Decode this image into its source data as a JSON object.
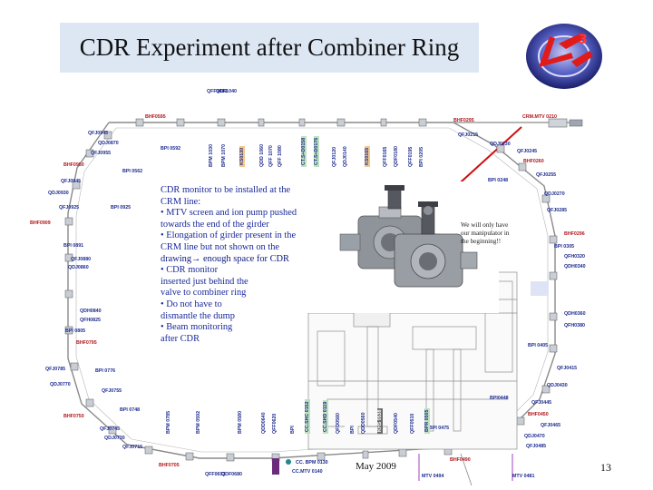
{
  "title": "CDR Experiment after Combiner Ring",
  "footer_date": "May 2009",
  "page_number": "13",
  "note": {
    "heading_line1": "CDR monitor to be installed at the",
    "heading_line2": "CRM line:",
    "lines": [
      "• MTV screen and ion pump pushed",
      "towards the end of the girder",
      "• Elongation of girder present in the",
      "CRM line but not shown on the",
      "drawing→ enough space for CDR",
      "• CDR monitor",
      "inserted just behind the",
      "valve to combiner ring",
      "• Do not have to",
      "dismantle the dump",
      "• Beam monitoring",
      "after CDR"
    ]
  },
  "photo_caption": {
    "line1": "We will only have",
    "line2": "our manipulator in",
    "line3": "the beginning!!"
  },
  "colors": {
    "title_bg": "#dde7f4",
    "note_text": "#1a2a9a",
    "label_red": "#b0161b",
    "label_blue": "#1c2b8f",
    "arrow_red": "#d01010",
    "ring_line": "#8a8a8a"
  },
  "labels_top": [
    {
      "text": "BHF0595",
      "cls": "red"
    },
    {
      "text": "QFF1010",
      "cls": "blue"
    },
    {
      "text": "QDF1040",
      "cls": "blue"
    },
    {
      "text": "BHF0295",
      "cls": "red"
    },
    {
      "text": "CRM.MTV 0210",
      "cls": "red"
    },
    {
      "text": "QFJ0215",
      "cls": "blue"
    },
    {
      "text": "QDJ0230",
      "cls": "blue"
    },
    {
      "text": "QFJ0245",
      "cls": "blue"
    },
    {
      "text": "BHF0260",
      "cls": "red"
    }
  ],
  "labels_left": [
    {
      "text": "QFJ0945",
      "cls": "blue"
    },
    {
      "text": "QDJ0870",
      "cls": "blue"
    },
    {
      "text": "QFJ0955",
      "cls": "blue"
    },
    {
      "text": "BPI 0592",
      "cls": "blue"
    },
    {
      "text": "BHF0950",
      "cls": "red"
    },
    {
      "text": "BPI 0562",
      "cls": "blue"
    },
    {
      "text": "QFJ0945",
      "cls": "blue"
    },
    {
      "text": "QDJ0930",
      "cls": "blue"
    },
    {
      "text": "QFJ0925",
      "cls": "blue"
    },
    {
      "text": "BPI 0925",
      "cls": "blue"
    },
    {
      "text": "BHF0909",
      "cls": "red"
    },
    {
      "text": "BPI 0891",
      "cls": "blue"
    },
    {
      "text": "QFJ0880",
      "cls": "blue"
    },
    {
      "text": "QDJ0860",
      "cls": "blue"
    },
    {
      "text": "QDH0840",
      "cls": "blue"
    },
    {
      "text": "QFH0825",
      "cls": "blue"
    },
    {
      "text": "BPI 0805",
      "cls": "blue"
    },
    {
      "text": "BHF0795",
      "cls": "red"
    },
    {
      "text": "QFJ0785",
      "cls": "blue"
    },
    {
      "text": "BPI 0776",
      "cls": "blue"
    },
    {
      "text": "QDJ0770",
      "cls": "blue"
    },
    {
      "text": "QFJ0755",
      "cls": "blue"
    },
    {
      "text": "BPI 0748",
      "cls": "blue"
    },
    {
      "text": "BHF0750",
      "cls": "red"
    },
    {
      "text": "QFJ0745",
      "cls": "blue"
    },
    {
      "text": "QDJ0730",
      "cls": "blue"
    },
    {
      "text": "QFJ0715",
      "cls": "blue"
    },
    {
      "text": "BHF0705",
      "cls": "red"
    }
  ],
  "labels_right": [
    {
      "text": "QFJ0255",
      "cls": "blue"
    },
    {
      "text": "BPI 0248",
      "cls": "blue"
    },
    {
      "text": "QDJ0270",
      "cls": "blue"
    },
    {
      "text": "QFJ0285",
      "cls": "blue"
    },
    {
      "text": "BHF0296",
      "cls": "red"
    },
    {
      "text": "BPI 0305",
      "cls": "blue"
    },
    {
      "text": "QFH0320",
      "cls": "blue"
    },
    {
      "text": "QDH0340",
      "cls": "blue"
    },
    {
      "text": "QDH0360",
      "cls": "blue"
    },
    {
      "text": "QFH0380",
      "cls": "blue"
    },
    {
      "text": "BPI 0405",
      "cls": "blue"
    },
    {
      "text": "QFJ0415",
      "cls": "blue"
    },
    {
      "text": "QDJ0430",
      "cls": "blue"
    },
    {
      "text": "BPI0448",
      "cls": "blue"
    },
    {
      "text": "QFJ0445",
      "cls": "blue"
    },
    {
      "text": "BHF0450",
      "cls": "red"
    },
    {
      "text": "QFJ0465",
      "cls": "blue"
    },
    {
      "text": "QDJ0470",
      "cls": "blue"
    },
    {
      "text": "QFJ0485",
      "cls": "blue"
    },
    {
      "text": "BHF0490",
      "cls": "red"
    },
    {
      "text": "BPI 0475",
      "cls": "blue"
    },
    {
      "text": "MTV 0494",
      "cls": "blue"
    },
    {
      "text": "MTV 0481",
      "cls": "blue"
    }
  ],
  "labels_vertical_top": [
    {
      "text": "BPM 1030",
      "color": "#1c2b8f",
      "bg": ""
    },
    {
      "text": "BPM 1070",
      "color": "#1c2b8f",
      "bg": ""
    },
    {
      "text": "KS0130",
      "color": "#1c2b8f",
      "bg": "#f2c88a"
    },
    {
      "text": "QDD 1060",
      "color": "#1c2b8f",
      "bg": ""
    },
    {
      "text": "QFF 1070",
      "color": "#1c2b8f",
      "bg": ""
    },
    {
      "text": "QFF 1080",
      "color": "#1c2b8f",
      "bg": ""
    },
    {
      "text": "CT.S+D0158",
      "color": "#1c2b8f",
      "bg": "#bde2bd"
    },
    {
      "text": "CT.S+D0176",
      "color": "#1c2b8f",
      "bg": "#bde2bd"
    },
    {
      "text": "QFJ0120",
      "color": "#1c2b8f",
      "bg": ""
    },
    {
      "text": "QDJ0140",
      "color": "#1c2b8f",
      "bg": ""
    },
    {
      "text": "KS0165",
      "color": "#1c2b8f",
      "bg": "#f2c88a"
    },
    {
      "text": "QFF0165",
      "color": "#1c2b8f",
      "bg": ""
    },
    {
      "text": "QDF0180",
      "color": "#1c2b8f",
      "bg": ""
    },
    {
      "text": "QFF0195",
      "color": "#1c2b8f",
      "bg": ""
    },
    {
      "text": "BPI 0205",
      "color": "#1c2b8f",
      "bg": ""
    }
  ],
  "labels_vertical_bottom": [
    {
      "text": "BPM 0785",
      "color": "#1c2b8f",
      "bg": ""
    },
    {
      "text": "BPM 0592",
      "color": "#1c2b8f",
      "bg": ""
    },
    {
      "text": "BPM 0580",
      "color": "#1c2b8f",
      "bg": ""
    },
    {
      "text": "QDD0640",
      "color": "#1c2b8f",
      "bg": ""
    },
    {
      "text": "QFF0620",
      "color": "#1c2b8f",
      "bg": ""
    },
    {
      "text": "BPI",
      "color": "#1c2b8f",
      "bg": ""
    },
    {
      "text": "CC.SHC 0152",
      "color": "#1c2b8f",
      "bg": "#bde2bd"
    },
    {
      "text": "CC.SHD 0119",
      "color": "#1c2b8f",
      "bg": "#bde2bd"
    },
    {
      "text": "QFD0560",
      "color": "#1c2b8f",
      "bg": ""
    },
    {
      "text": "BPI",
      "color": "#1c2b8f",
      "bg": ""
    },
    {
      "text": "QDD0560",
      "color": "#1c2b8f",
      "bg": ""
    },
    {
      "text": "KHS 0538",
      "color": "#ffffff",
      "bg": "#6c6c6c"
    },
    {
      "text": "QDF0540",
      "color": "#1c2b8f",
      "bg": ""
    },
    {
      "text": "QFF0510",
      "color": "#1c2b8f",
      "bg": ""
    },
    {
      "text": "BPR 0505",
      "color": "#1c2b8f",
      "bg": "#bde2bd"
    }
  ],
  "labels_bottom_misc": [
    {
      "text": "CC. BPM 0130",
      "cls": "blue"
    },
    {
      "text": "CC.MTV 0140",
      "cls": "blue"
    },
    {
      "text": "QFF0693",
      "cls": "blue"
    },
    {
      "text": "QDF0680",
      "cls": "blue"
    }
  ]
}
